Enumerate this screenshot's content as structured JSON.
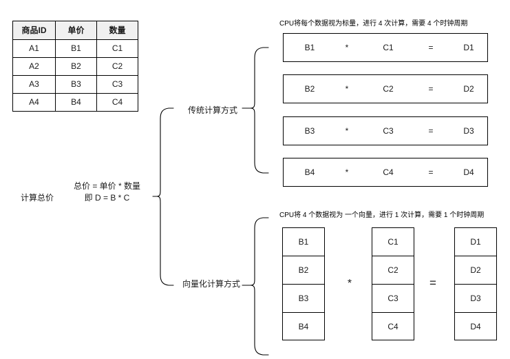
{
  "table": {
    "headers": [
      "商品ID",
      "单价",
      "数量"
    ],
    "rows": [
      [
        "A1",
        "B1",
        "C1"
      ],
      [
        "A2",
        "B2",
        "C2"
      ],
      [
        "A3",
        "B3",
        "C3"
      ],
      [
        "A4",
        "B4",
        "C4"
      ]
    ]
  },
  "center": {
    "title": "计算总价",
    "formula_line1": "总价 = 单价 * 数量",
    "formula_line2": "即 D = B * C"
  },
  "branches": {
    "traditional": "传统计算方式",
    "vectorized": "向量化计算方式"
  },
  "annotations": {
    "scalar": "CPU将每个数据视为标量，进行 4 次计算，需要 4 个时钟周期",
    "vector": "CPU将 4 个数据视为 一个向量，进行 1 次计算，需要 1 个时钟周期"
  },
  "operators": {
    "multiply": "*",
    "equals": "="
  },
  "equations": [
    {
      "b": "B1",
      "mul": "*",
      "c": "C1",
      "eq": "=",
      "d": "D1"
    },
    {
      "b": "B2",
      "mul": "*",
      "c": "C2",
      "eq": "=",
      "d": "D2"
    },
    {
      "b": "B3",
      "mul": "*",
      "c": "C3",
      "eq": "=",
      "d": "D3"
    },
    {
      "b": "B4",
      "mul": "*",
      "c": "C4",
      "eq": "=",
      "d": "D4"
    }
  ],
  "vectors": {
    "b": [
      "B1",
      "B2",
      "B3",
      "B4"
    ],
    "c": [
      "C1",
      "C2",
      "C3",
      "C4"
    ],
    "d": [
      "D1",
      "D2",
      "D3",
      "D4"
    ],
    "multiply": "*",
    "equals": "="
  },
  "colors": {
    "background": "#ffffff",
    "stroke": "#000000",
    "text": "#1a1a1a",
    "table_header_fill": "#f0f0f0"
  }
}
